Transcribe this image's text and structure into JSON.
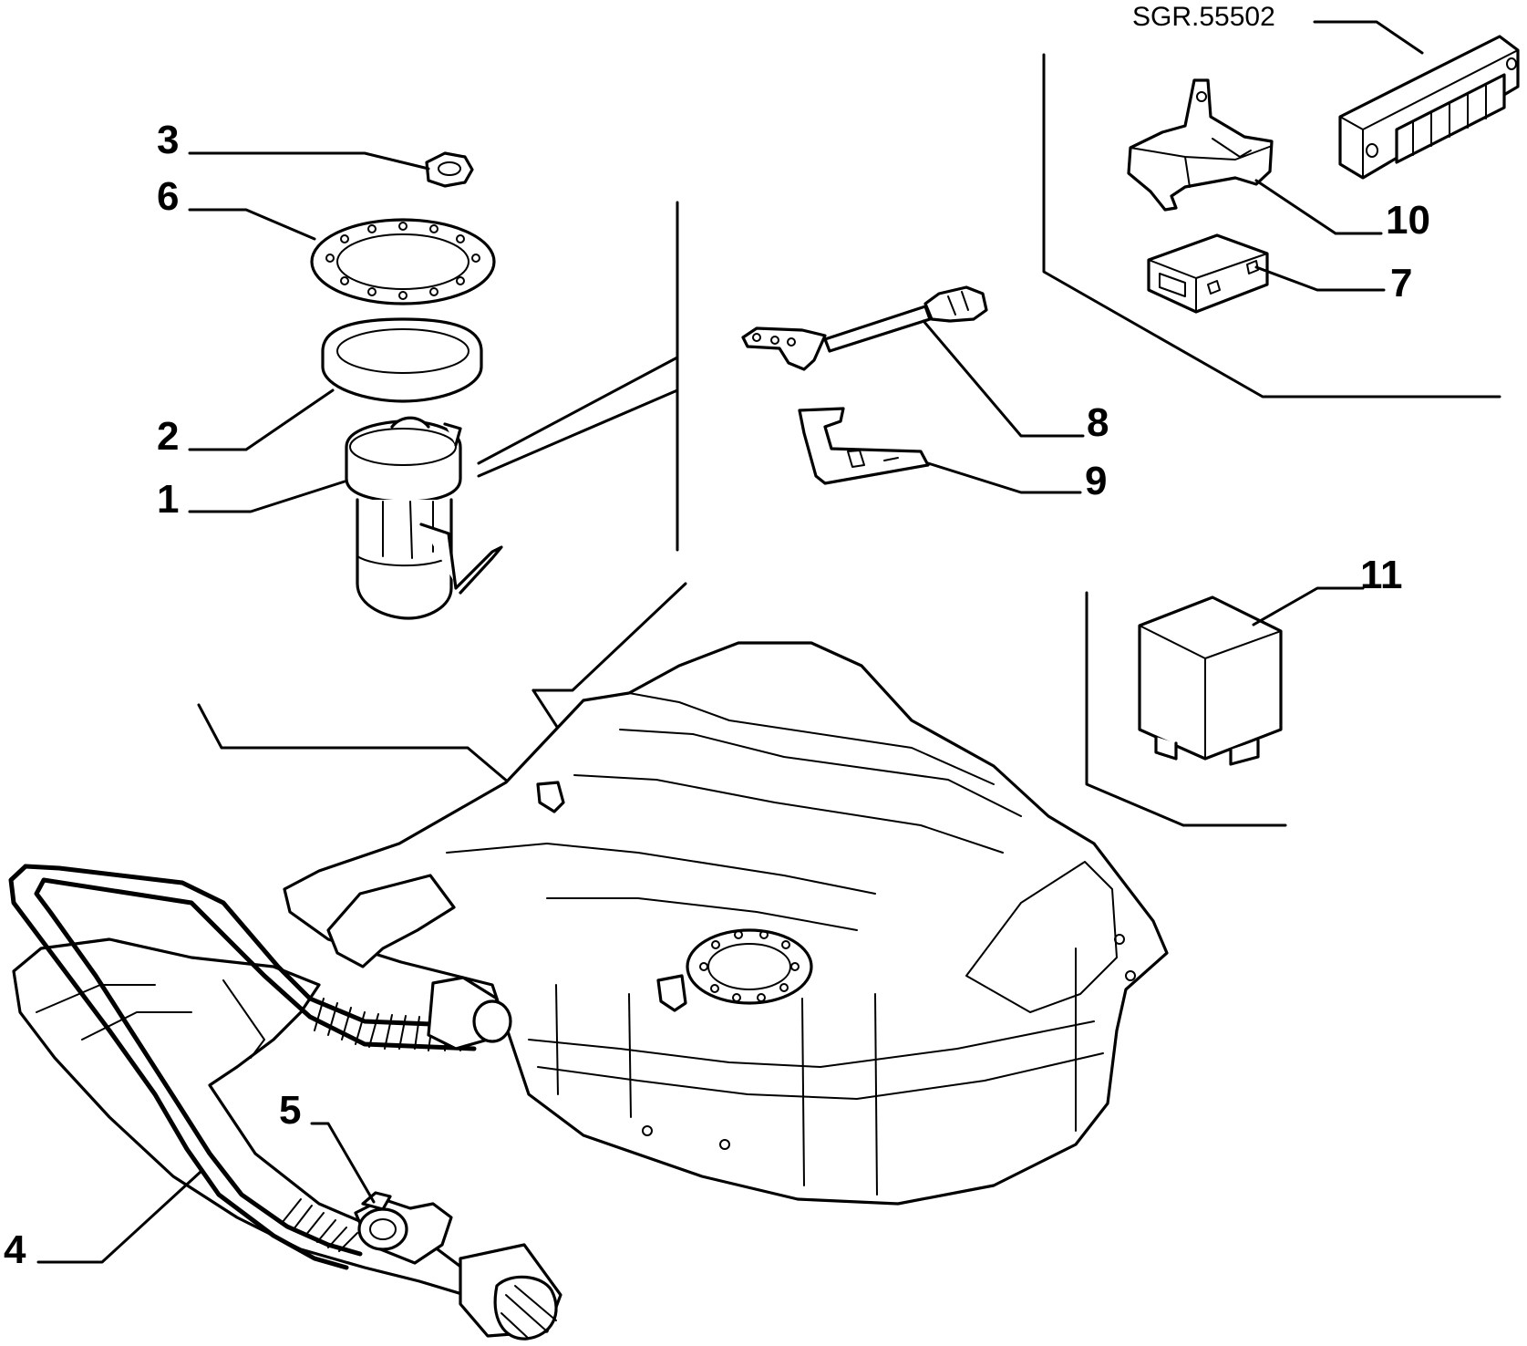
{
  "diagram": {
    "reference_code": "SGR.55502",
    "callouts": [
      {
        "id": "1",
        "label": "1"
      },
      {
        "id": "2",
        "label": "2"
      },
      {
        "id": "3",
        "label": "3"
      },
      {
        "id": "4",
        "label": "4"
      },
      {
        "id": "5",
        "label": "5"
      },
      {
        "id": "6",
        "label": "6"
      },
      {
        "id": "7",
        "label": "7"
      },
      {
        "id": "8",
        "label": "8"
      },
      {
        "id": "9",
        "label": "9"
      },
      {
        "id": "10",
        "label": "10"
      },
      {
        "id": "11",
        "label": "11"
      }
    ]
  }
}
